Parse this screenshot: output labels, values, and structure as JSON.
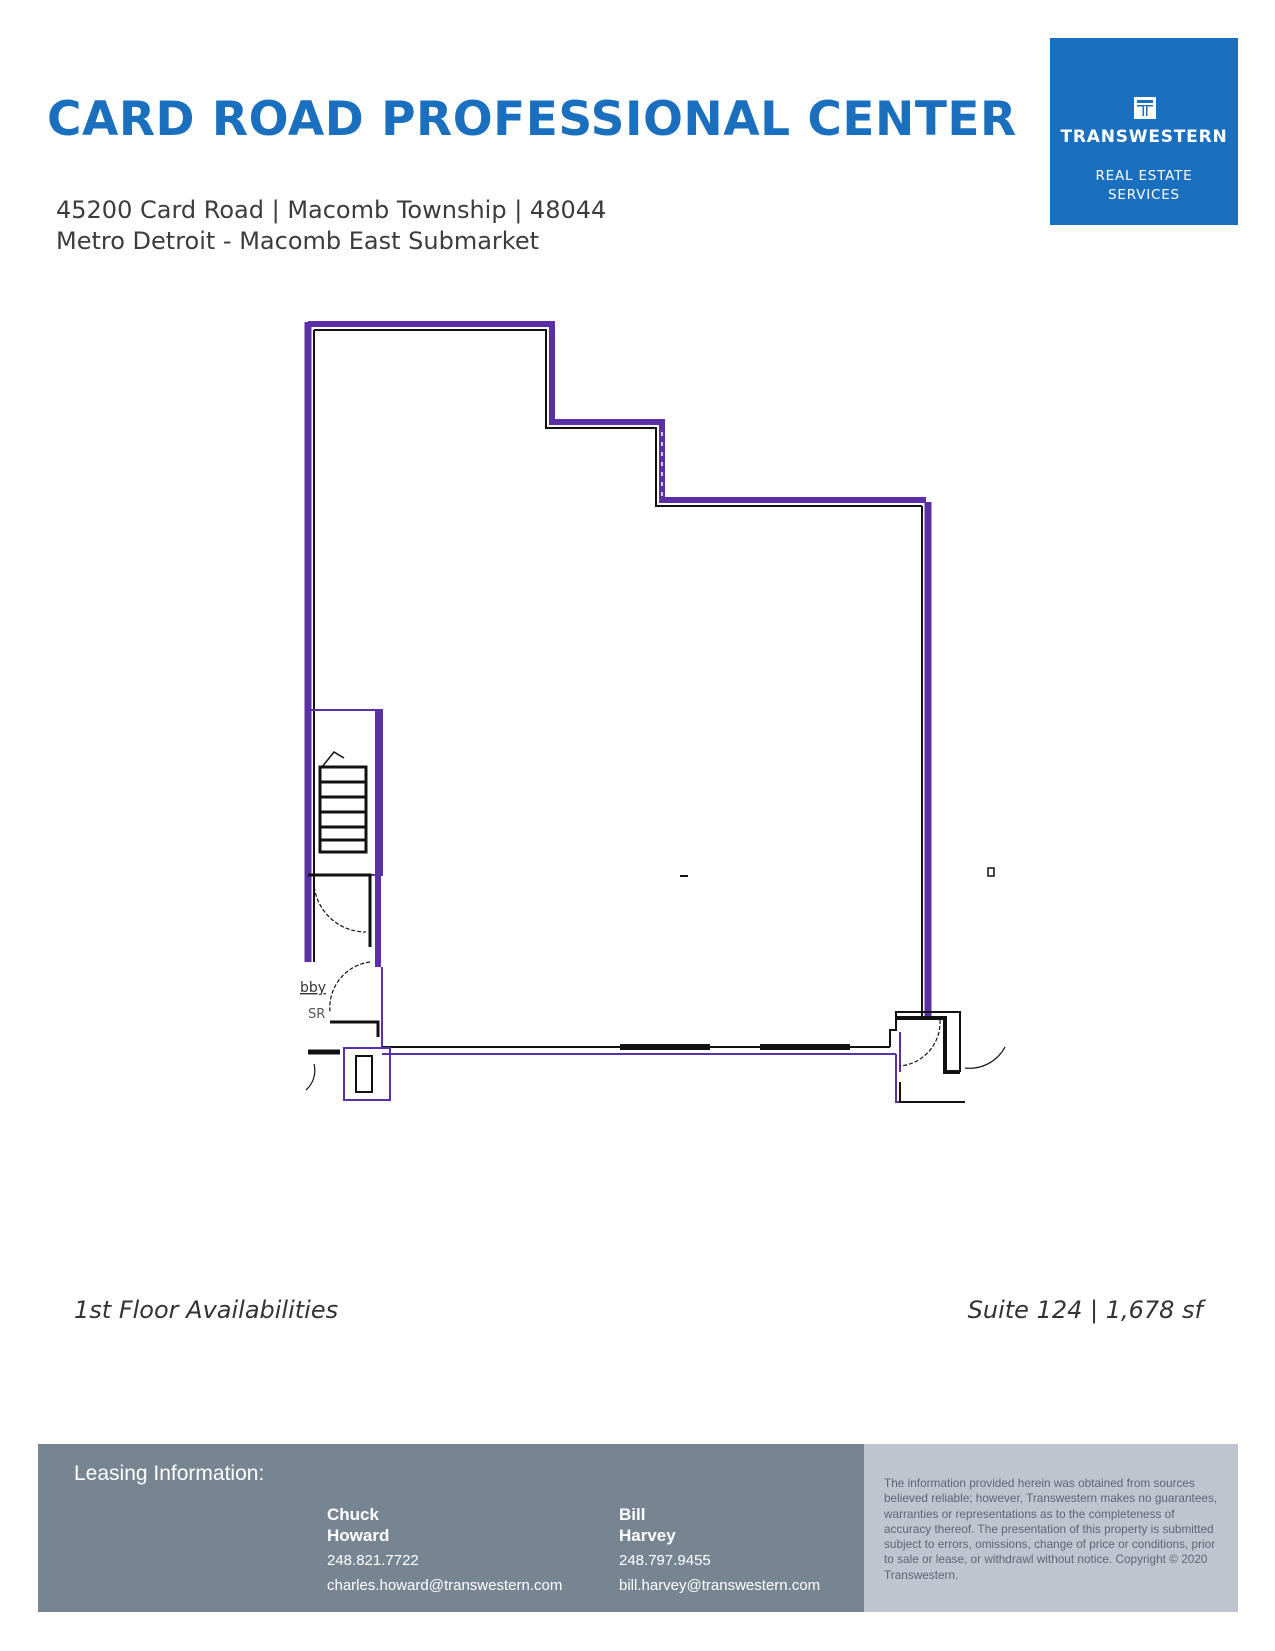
{
  "header": {
    "title": "CARD ROAD PROFESSIONAL CENTER",
    "address_line1": "45200 Card Road | Macomb Township | 48044",
    "address_line2": "Metro Detroit - Macomb East Submarket"
  },
  "logo": {
    "icon": "transwestern-t-icon",
    "brand": "TRANSWESTERN",
    "sub_line1": "REAL ESTATE",
    "sub_line2": "SERVICES",
    "color": "#1a6fbe"
  },
  "floorplan": {
    "labels": {
      "lobby": "bby",
      "stair": "SR"
    },
    "wall_color": "#5b2fa6",
    "line_color": "#111111"
  },
  "availability": {
    "floor_label": "1st Floor Availabilities",
    "suite_label": "Suite 124 | 1,678 sf"
  },
  "footer": {
    "heading": "Leasing Information:",
    "contacts": [
      {
        "first": "Chuck",
        "last": "Howard",
        "phone": "248.821.7722",
        "email": "charles.howard@transwestern.com"
      },
      {
        "first": "Bill",
        "last": "Harvey",
        "phone": "248.797.9455",
        "email": "bill.harvey@transwestern.com"
      }
    ],
    "disclaimer": "The information provided herein was obtained from sources believed reliable; however, Transwestern makes no guarantees, warranties or representations as to the completeness of accuracy thereof. The presentation of this property is submitted subject to errors, omissions, change of price or conditions, prior to sale or lease, or withdrawl without notice. Copyright © 2020 Transwestern.",
    "dark_color": "#778593",
    "light_color": "#bec5cf"
  }
}
